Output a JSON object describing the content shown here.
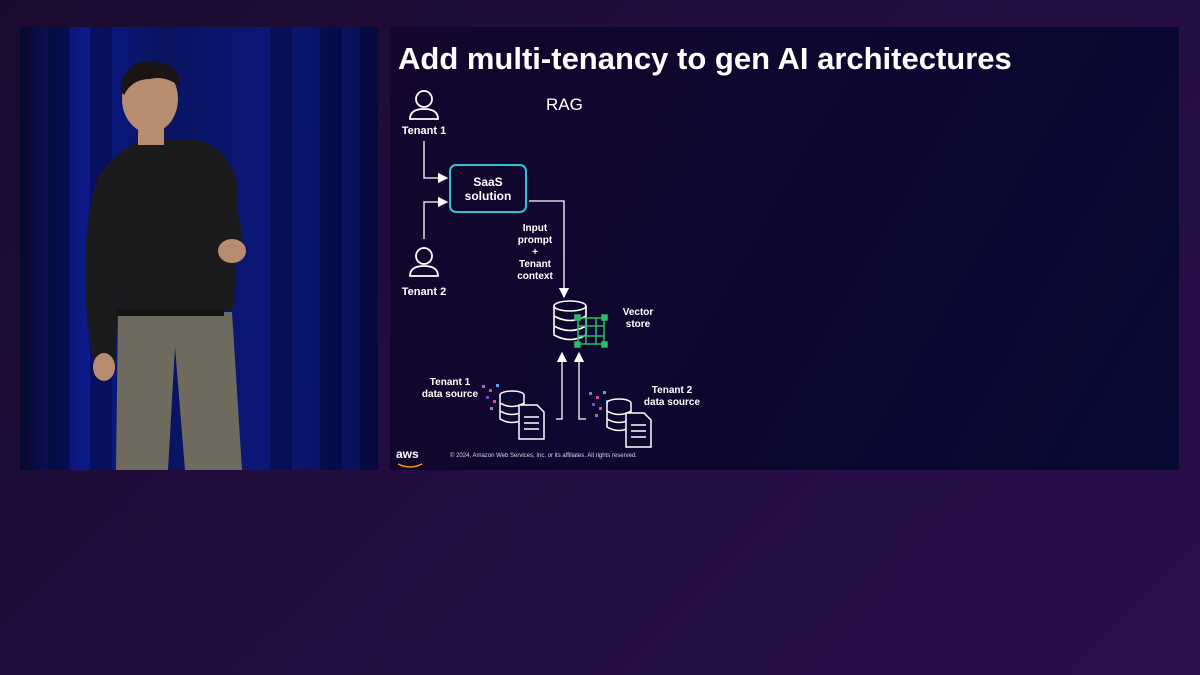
{
  "slide": {
    "title": "Add multi-tenancy to gen AI architectures",
    "section_label": "RAG",
    "tenant1_label": "Tenant 1",
    "tenant2_label": "Tenant 2",
    "saas_label": "SaaS\nsolution",
    "input_label": "Input\nprompt\n+\nTenant\ncontext",
    "vector_store_label": "Vector\nstore",
    "tenant1_source_label": "Tenant 1\ndata source",
    "tenant2_source_label": "Tenant 2\ndata source",
    "logo_text": "aws",
    "copyright": "© 2024, Amazon Web Services, Inc. or its affiliates. All rights reserved."
  },
  "colors": {
    "accent_teal": "#2ec4d6",
    "vector_green": "#2fb86a",
    "background": "#1a0b2e"
  },
  "icons": [
    "user-icon",
    "database-icon",
    "document-icon",
    "vector-grid-icon"
  ]
}
